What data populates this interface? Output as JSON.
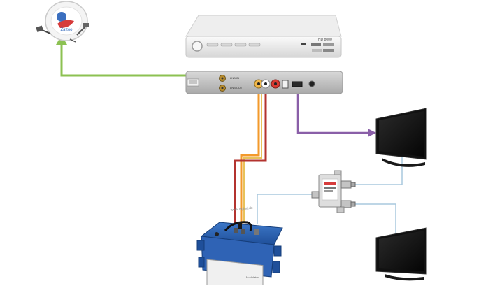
{
  "devices": {
    "satellite_dish": {
      "brand_text": "Zattoo"
    },
    "receiver_front": {
      "model_text": "HD 8000"
    },
    "receiver_rear": {
      "port_labels": [
        "LNB IN",
        "LNB OUT"
      ]
    },
    "modulator": {
      "watermark": "www.digital.de",
      "brand_text": "Modulator"
    },
    "splitter": {},
    "tv_top": {},
    "tv_bottom": {}
  },
  "cables": {
    "satellite_coax": {
      "color": "#8cc152"
    },
    "hdmi": {
      "color": "#8a5fa8"
    },
    "av_orange": {
      "color": "#f39a2b"
    },
    "av_red": {
      "color": "#b3332f"
    },
    "rf_coax": {
      "color": "#a9c8de"
    }
  }
}
